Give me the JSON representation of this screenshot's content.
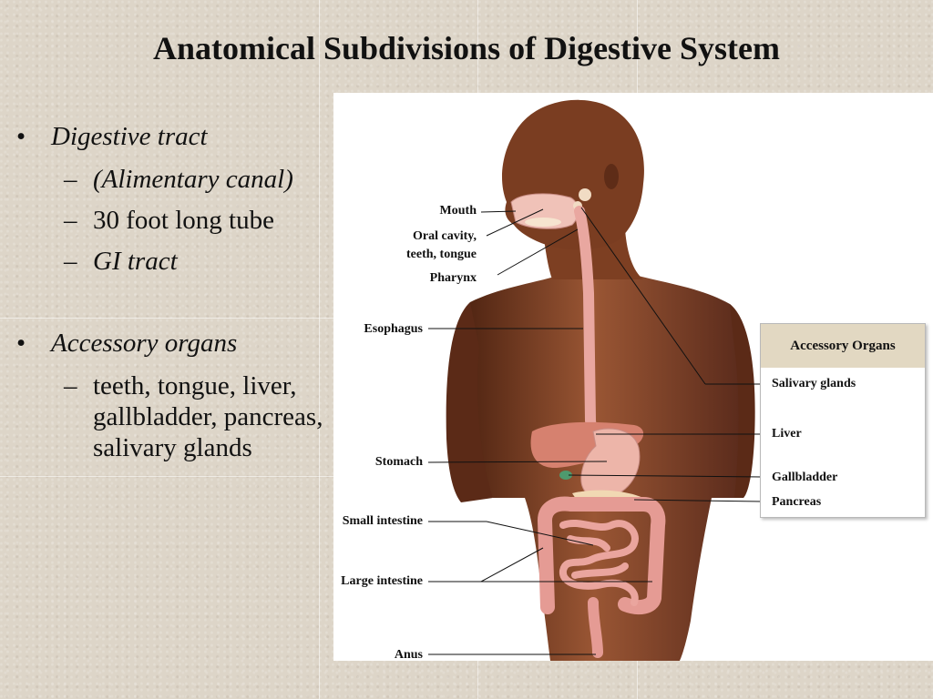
{
  "slide": {
    "title": "Anatomical Subdivisions of Digestive System"
  },
  "bullets": [
    {
      "marker": "•",
      "text": "Digestive tract",
      "subitems": [
        {
          "dash": "–",
          "text": "(Alimentary canal)"
        },
        {
          "dash": "–",
          "text": "30 foot long tube"
        },
        {
          "dash": "–",
          "text": "GI tract"
        }
      ]
    },
    {
      "marker": "•",
      "text": "Accessory organs",
      "subitems": [
        {
          "dash": "–",
          "text": "teeth, tongue, liver, gallbladder, pancreas, salivary glands"
        }
      ]
    }
  ],
  "figure": {
    "left_labels": {
      "mouth": "Mouth",
      "oral_cavity_line1": "Oral cavity,",
      "oral_cavity_line2": "teeth, tongue",
      "pharynx": "Pharynx",
      "esophagus": "Esophagus",
      "stomach": "Stomach",
      "small_intestine": "Small intestine",
      "large_intestine": "Large intestine",
      "anus": "Anus"
    },
    "accessory": {
      "title": "Accessory Organs",
      "items": [
        "Salivary glands",
        "Liver",
        "Gallbladder",
        "Pancreas"
      ]
    }
  },
  "colors": {
    "background": "#ddd5c8",
    "skin": "#8a4a2c",
    "skin_dark": "#5e2c17",
    "organ_pink": "#e9a7a0",
    "liver": "#d6816f",
    "accessory_header": "#e2d8c2"
  }
}
